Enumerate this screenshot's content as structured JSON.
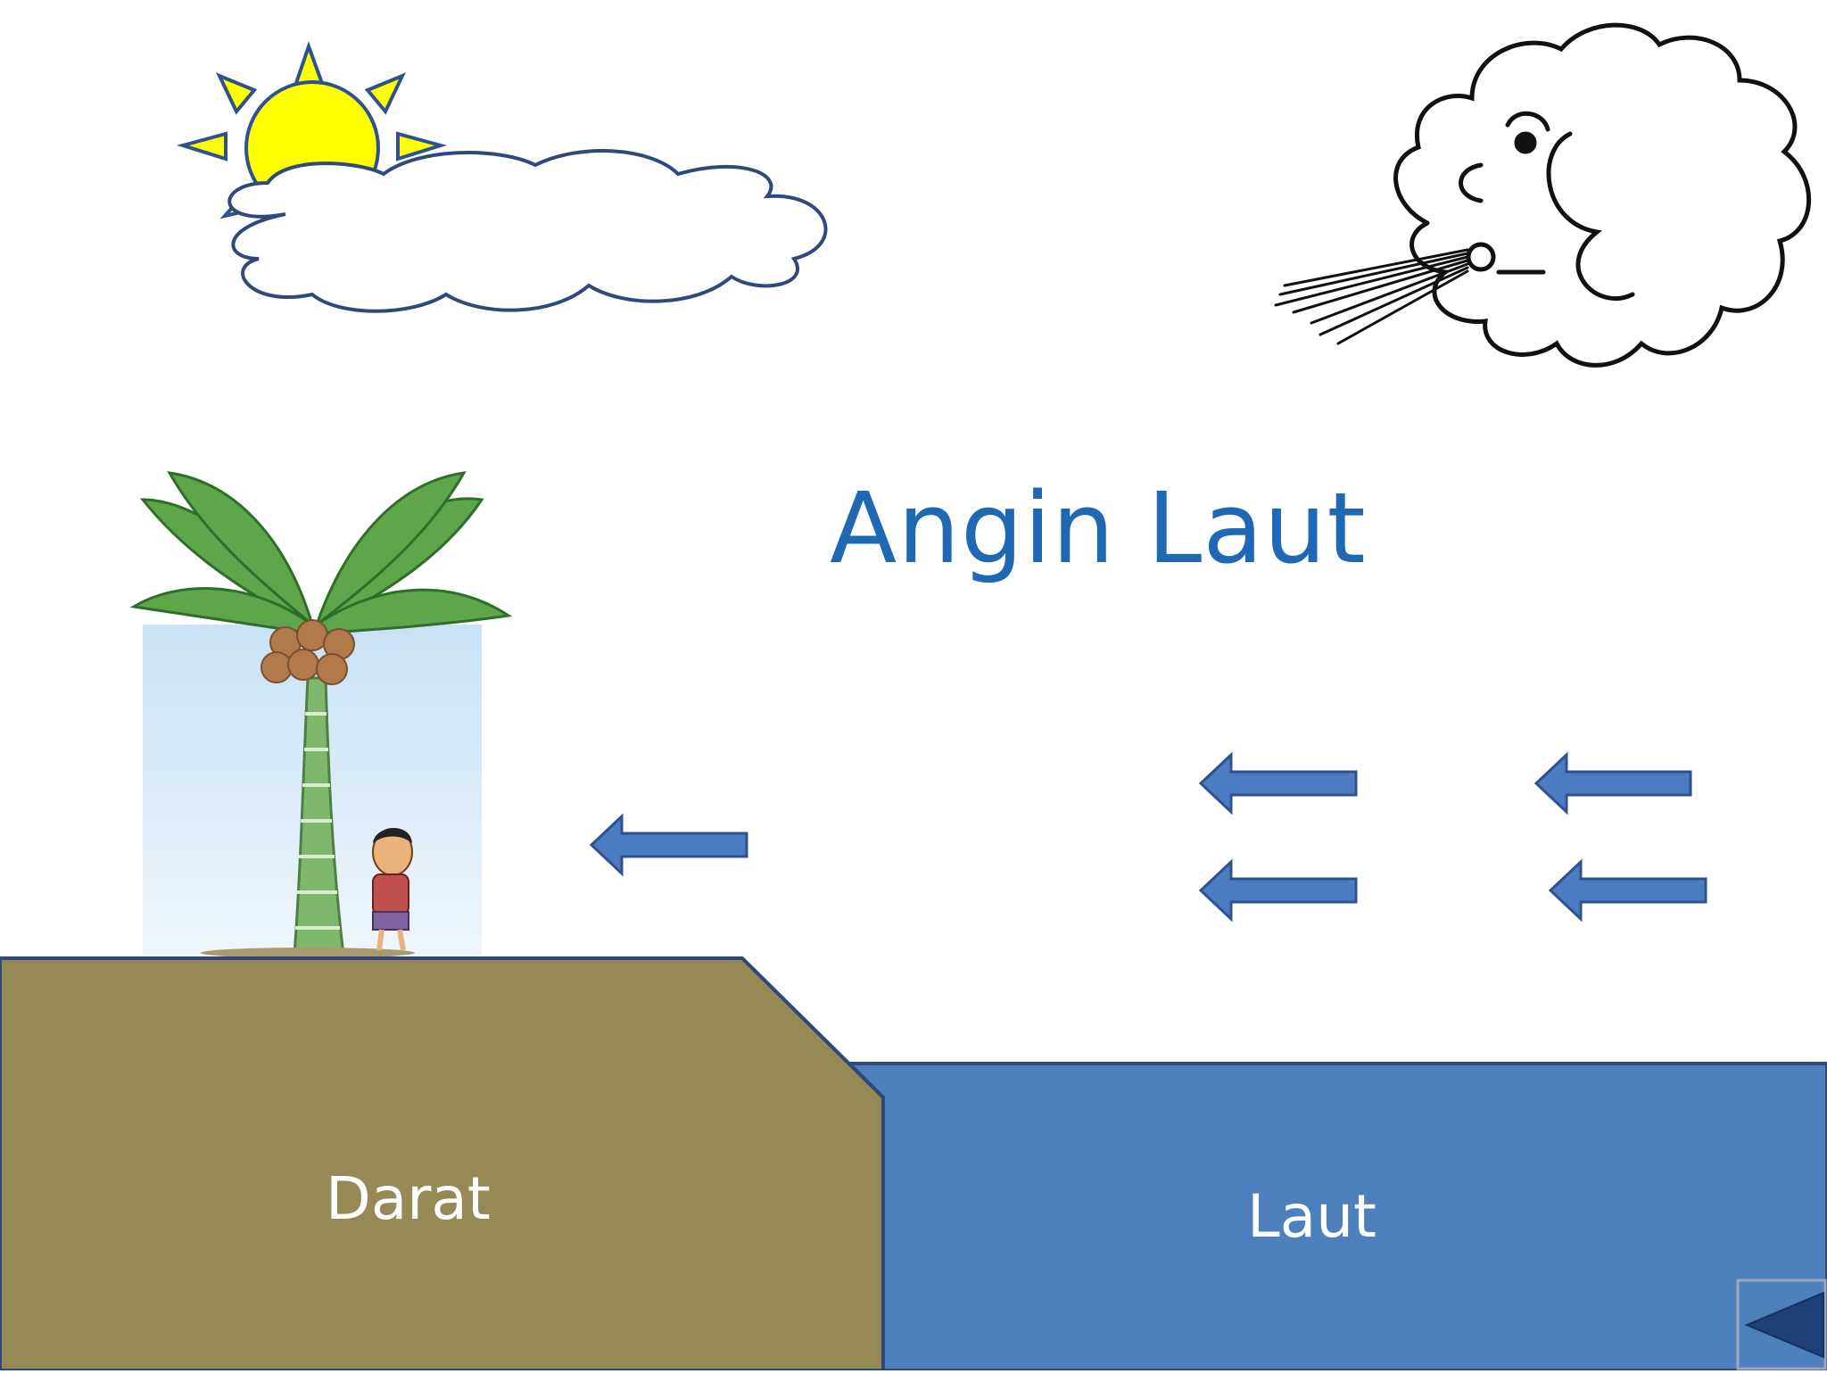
{
  "slide": {
    "title": "Angin Laut",
    "land_label": "Darat",
    "sea_label": "Laut"
  },
  "colors": {
    "title": "#1f68b4",
    "land": "#958a55",
    "sea": "#4e80bd",
    "arrow": "#4b7bc0",
    "arrow_border": "#2f528f",
    "sun": "#ffff00",
    "cloud_stroke": "#2f4a7a"
  },
  "icons": {
    "sun": "sun-icon",
    "cloud": "cloud-icon",
    "wind_face": "blowing-cloud-face-icon",
    "palm_tree": "palm-tree-icon",
    "person": "boy-figure-icon",
    "back": "back-triangle-icon"
  },
  "wind_direction": "sea-to-land",
  "wind_arrow_count": 5
}
